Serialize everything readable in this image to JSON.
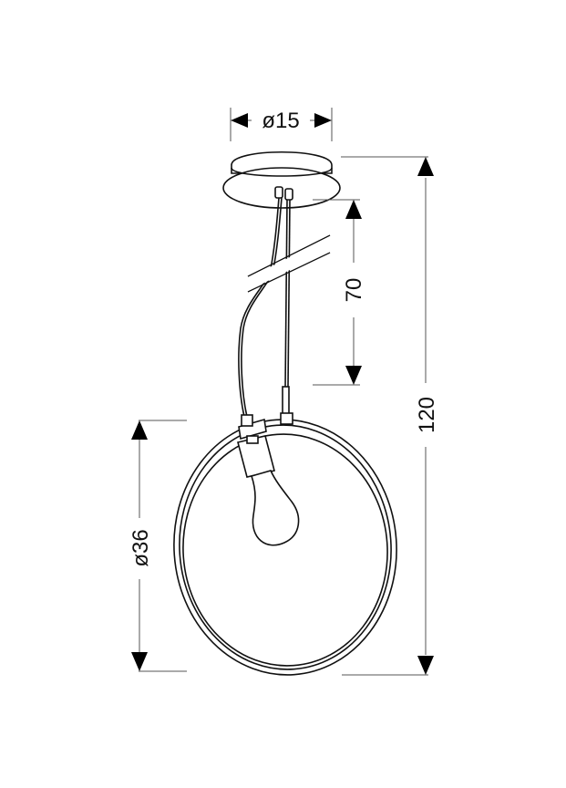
{
  "drawing": {
    "subject": "Pendant lamp with ring shade — dimension drawing",
    "colors": {
      "line": "#111111",
      "dimension_line": "#555555",
      "background": "#ffffff"
    },
    "dimensions": {
      "canopy_diameter": {
        "label": "ø15",
        "value": 15,
        "orientation": "horizontal"
      },
      "suspension_length": {
        "label": "70",
        "value": 70,
        "orientation": "vertical"
      },
      "total_height": {
        "label": "120",
        "value": 120,
        "orientation": "vertical"
      },
      "ring_diameter": {
        "label": "ø36",
        "value": 36,
        "orientation": "vertical"
      }
    },
    "components": [
      {
        "name": "ceiling canopy"
      },
      {
        "name": "suspension cables (with break mark)"
      },
      {
        "name": "lamp holder"
      },
      {
        "name": "light bulb"
      },
      {
        "name": "ring frame"
      }
    ]
  }
}
